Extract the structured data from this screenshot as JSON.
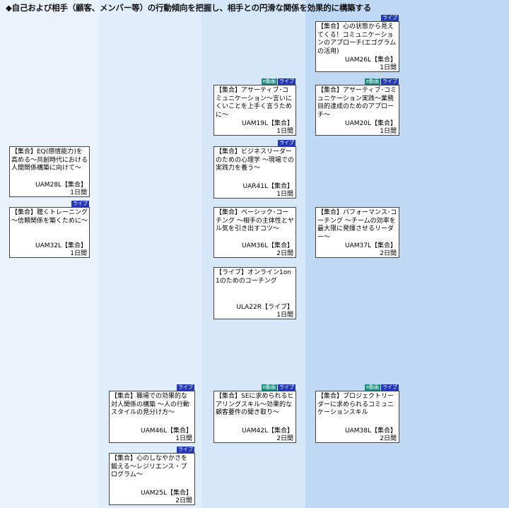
{
  "page_title": "◆自己および相手（顧客、メンバー等）の行動傾向を把握し、相手との円滑な関係を効果的に構築する",
  "badge_labels": {
    "live": "ライブ",
    "edouga": "e動画"
  },
  "colors": {
    "live_badge": "#2438b8",
    "edouga_badge": "#1a8a80",
    "card_border": "#444444",
    "band_dark": "#bfd8f4",
    "band_light": "#eaf3fc"
  },
  "cards": [
    {
      "id": "uam26l",
      "text": "【集合】心の状態から見えてくる！コミュニケーションのアプローチ(エゴグラムの活用)",
      "code": "UAM26L【集合】",
      "days": "1日間",
      "badges": [
        "live"
      ]
    },
    {
      "id": "uam19l",
      "text": "【集合】アサーティブ･コミュニケーション～言いにくいことを上手く言うために～",
      "code": "UAM19L【集合】",
      "days": "1日間",
      "badges": [
        "edouga",
        "live"
      ]
    },
    {
      "id": "uam20l",
      "text": "【集合】アサーティブ･コミュニケーション実践～業務目的達成のためのアプローチ～",
      "code": "UAM20L【集合】",
      "days": "1日間",
      "badges": [
        "edouga",
        "live"
      ]
    },
    {
      "id": "uam28l",
      "text": "【集合】EQ(感情能力)を高める～共創時代における人間関係構築に向けて～",
      "code": "UAM28L【集合】",
      "days": "1日間",
      "badges": []
    },
    {
      "id": "uar41l",
      "text": "【集合】ビジネスリーダーのための心理学 ～現場での実践力を養う～",
      "code": "UAR41L【集合】",
      "days": "1日間",
      "badges": [
        "live"
      ]
    },
    {
      "id": "uam32l",
      "text": "【集合】聴くトレーニング～信頼関係を築くために～",
      "code": "UAM32L【集合】",
      "days": "1日間",
      "badges": [
        "live"
      ]
    },
    {
      "id": "uam36l",
      "text": "【集合】ベーシック･コーチング ～相手の主体性とヤル気を引き出すコツ～",
      "code": "UAM36L【集合】",
      "days": "2日間",
      "badges": []
    },
    {
      "id": "uam37l",
      "text": "【集合】パフォーマンス･コーチング ～チームの効率を最大限に発揮させるリーダー～",
      "code": "UAM37L【集合】",
      "days": "2日間",
      "badges": []
    },
    {
      "id": "ula22r",
      "text": "【ライブ】オンライン1on1のためのコーチング",
      "code": "ULA22R【ライブ】",
      "days": "1日間",
      "badges": []
    },
    {
      "id": "uam46l",
      "text": "【集合】職場での効果的な対人関係の構築 ～人の行動スタイルの見分け方～",
      "code": "UAM46L【集合】",
      "days": "1日間",
      "badges": [
        "live"
      ]
    },
    {
      "id": "uam42l",
      "text": "【集合】SEに求められるヒアリングスキル～効果的な顧客要件の聞き取り～",
      "code": "UAM42L【集合】",
      "days": "2日間",
      "badges": [
        "edouga",
        "live"
      ]
    },
    {
      "id": "uam38l",
      "text": "【集合】プロジェクトリーダーに求められるコミュニケーションスキル",
      "code": "UAM38L【集合】",
      "days": "2日間",
      "badges": [
        "edouga",
        "live"
      ]
    },
    {
      "id": "uam25l",
      "text": "【集合】心のしなやかさを鍛える～レジリエンス・プログラム～",
      "code": "UAM25L【集合】",
      "days": "2日間",
      "badges": [
        "live"
      ]
    }
  ]
}
